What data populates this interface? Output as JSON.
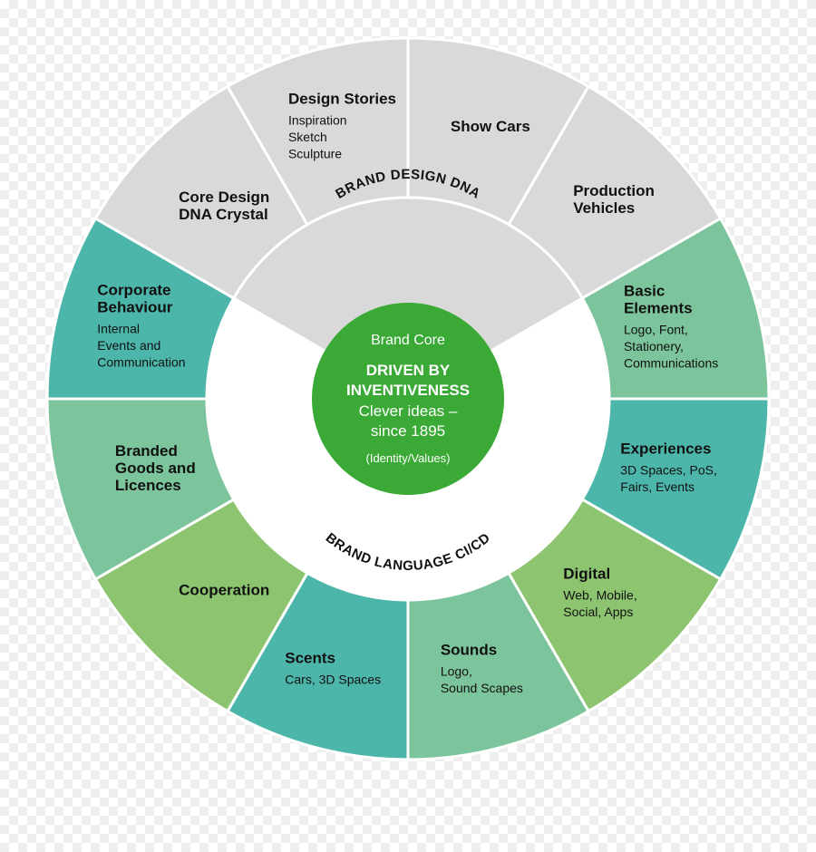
{
  "colors": {
    "gray": "#d9d9d9",
    "teal": "#4db6aa",
    "mint": "#7cc49b",
    "lime": "#8dc46f",
    "core": "#3aa935",
    "separator": "#ffffff"
  },
  "core": {
    "heading": "Brand Core",
    "line1": "DRIVEN BY",
    "line2": "INVENTIVENESS",
    "line3": "Clever ideas –",
    "line4": "since 1895",
    "line5": "(Identity/Values)"
  },
  "inner_ring": {
    "top_label": "BRAND DESIGN DNA",
    "bottom_label": "BRAND LANGUAGE CI/CD"
  },
  "segments": [
    {
      "title": [
        "Show Cars"
      ],
      "sub": [],
      "color": "gray"
    },
    {
      "title": [
        "Production",
        "Vehicles"
      ],
      "sub": [],
      "color": "gray"
    },
    {
      "title": [
        "Basic",
        "Elements"
      ],
      "sub": [
        "Logo, Font,",
        "Stationery,",
        "Communications"
      ],
      "color": "mint"
    },
    {
      "title": [
        "Experiences"
      ],
      "sub": [
        "3D Spaces, PoS,",
        "Fairs, Events"
      ],
      "color": "teal"
    },
    {
      "title": [
        "Digital"
      ],
      "sub": [
        "Web, Mobile,",
        "Social, Apps"
      ],
      "color": "lime"
    },
    {
      "title": [
        "Sounds"
      ],
      "sub": [
        "Logo,",
        "Sound Scapes"
      ],
      "color": "mint"
    },
    {
      "title": [
        "Scents"
      ],
      "sub": [
        "Cars, 3D Spaces"
      ],
      "color": "teal"
    },
    {
      "title": [
        "Cooperation"
      ],
      "sub": [],
      "color": "lime"
    },
    {
      "title": [
        "Branded",
        "Goods and",
        "Licences"
      ],
      "sub": [],
      "color": "mint"
    },
    {
      "title": [
        "Corporate",
        "Behaviour"
      ],
      "sub": [
        "Internal",
        "Events and",
        "Communication"
      ],
      "color": "teal"
    },
    {
      "title": [
        "Core Design",
        "DNA Crystal"
      ],
      "sub": [],
      "color": "gray"
    },
    {
      "title": [
        "Design Stories"
      ],
      "sub": [
        "Inspiration",
        "Sketch",
        "Sculpture"
      ],
      "color": "gray"
    }
  ]
}
